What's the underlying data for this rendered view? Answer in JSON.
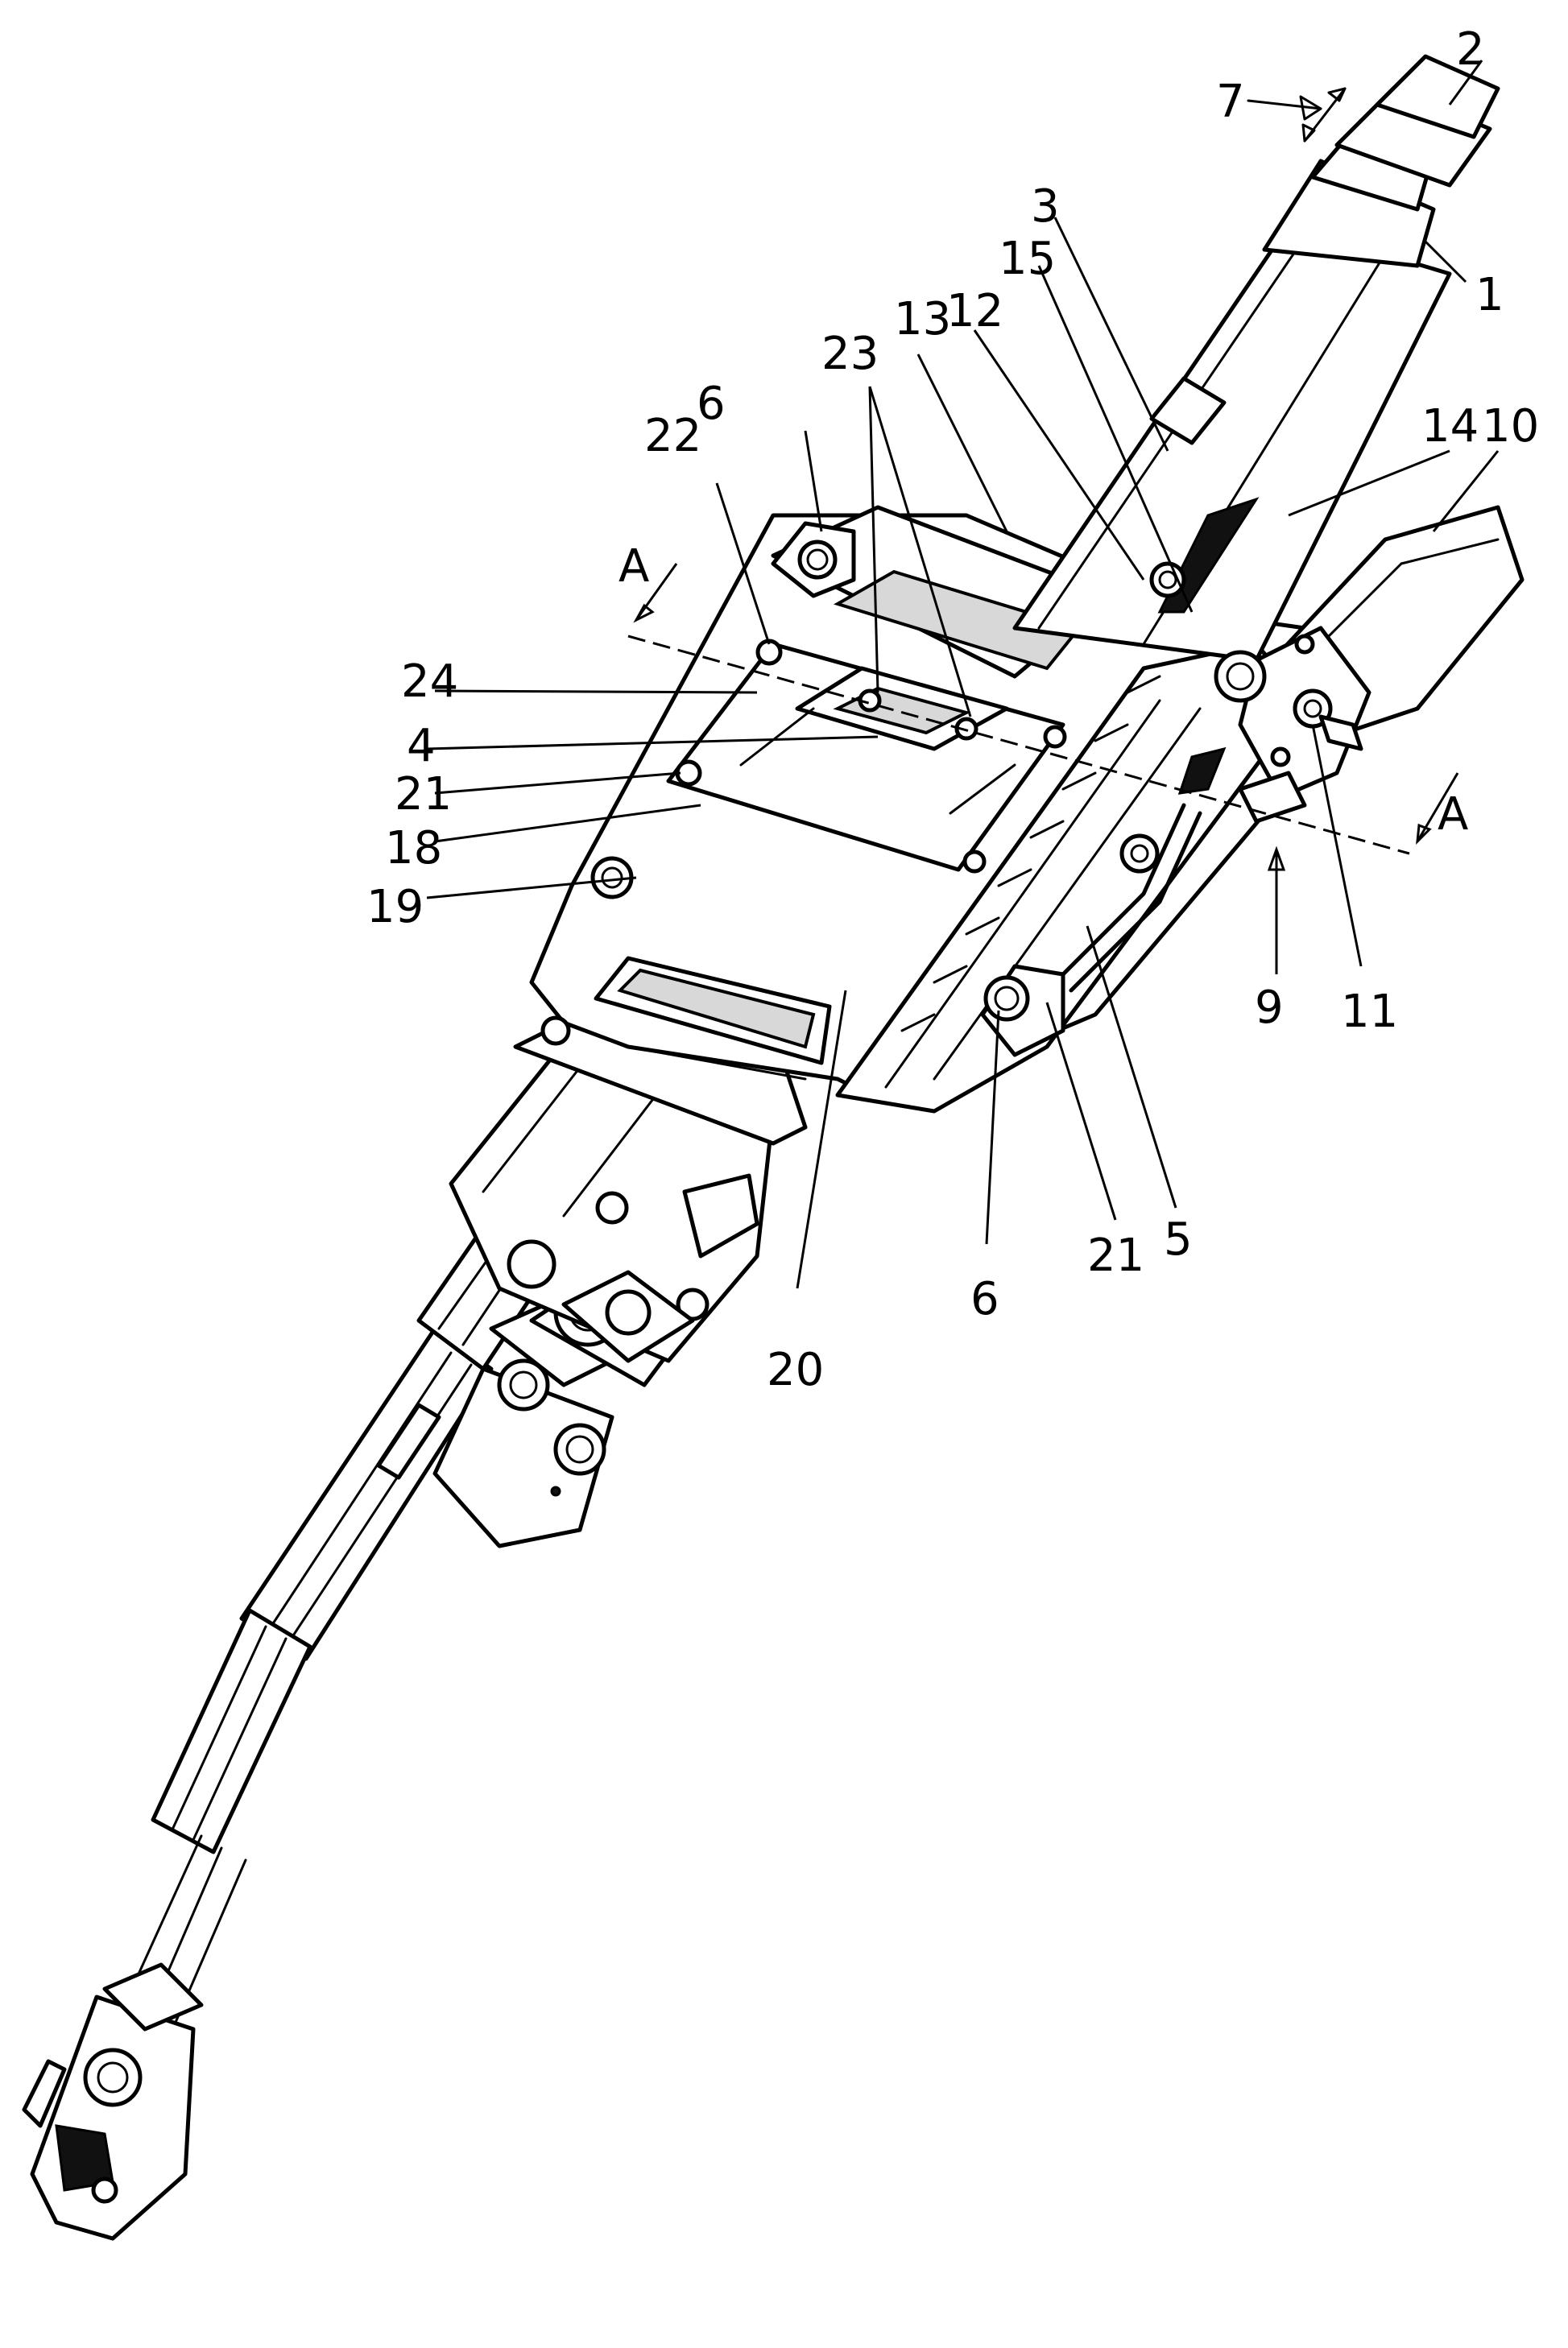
{
  "labels": {
    "l1": "1",
    "l2": "2",
    "l3": "3",
    "l4": "4",
    "l5": "5",
    "l6a": "6",
    "l6b": "6",
    "l7": "7",
    "l9": "9",
    "l10": "10",
    "l11": "11",
    "l12": "12",
    "l13": "13",
    "l14": "14",
    "l15": "15",
    "l18": "18",
    "l19": "19",
    "l20": "20",
    "l21a": "21",
    "l21b": "21",
    "l22": "22",
    "l23": "23",
    "l24": "24",
    "sectionA1": "A",
    "sectionA2": "A"
  }
}
